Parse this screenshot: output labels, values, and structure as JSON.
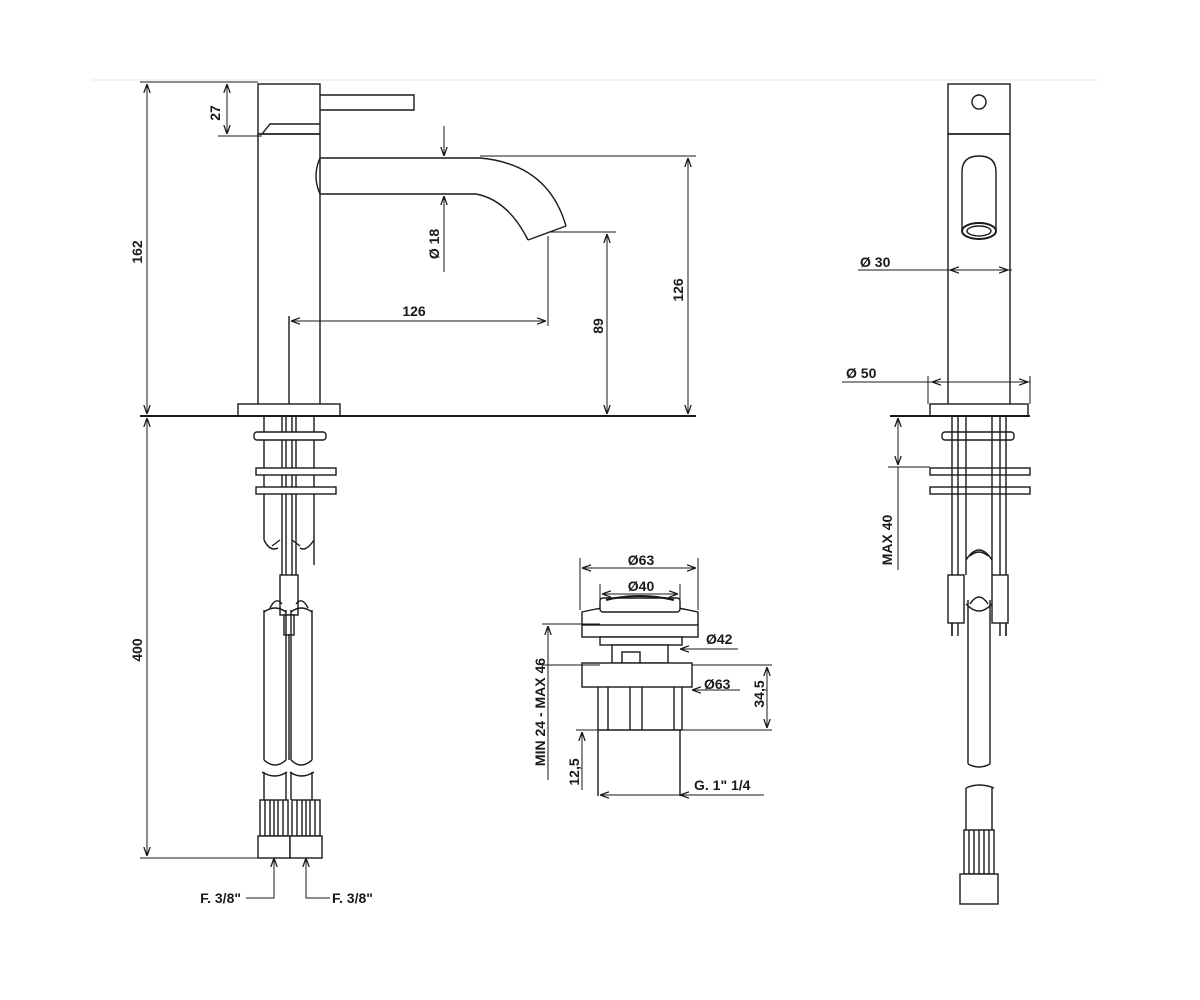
{
  "labels": {
    "height_27": "27",
    "height_162": "162",
    "spout_dia": "Ø  18",
    "reach_126": "126",
    "outlet_89": "89",
    "height_126": "126",
    "hose_400": "400",
    "conn_left": "F. 3/8\"",
    "conn_right": "F. 3/8\"",
    "waste_d63_top": "Ø63",
    "waste_d40": "Ø40",
    "waste_d42": "Ø42",
    "waste_d63_mid": "Ø63",
    "waste_345": "34,5",
    "waste_range": "MIN 24 - MAX 46",
    "waste_125": "12,5",
    "waste_thread": "G. 1\" 1/4",
    "side_d30": "Ø   30",
    "side_d50": "Ø   50",
    "side_max40": "MAX 40"
  }
}
